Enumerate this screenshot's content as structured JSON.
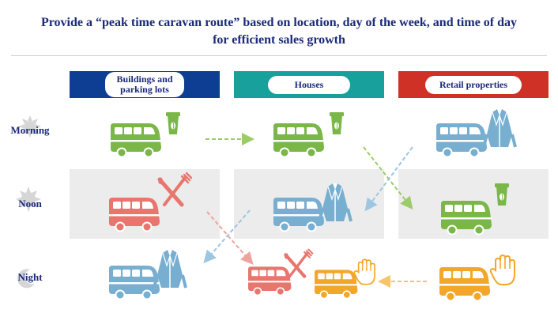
{
  "title": {
    "line1": "Provide a “peak time caravan route” based on location, day of the week, and time of day",
    "line2": "for efficient sales growth"
  },
  "columns": [
    {
      "label_line1": "Buildings and",
      "label_line2": "parking lots",
      "color": "#0e3d94"
    },
    {
      "label": "Houses",
      "color": "#18a19c"
    },
    {
      "label": "Retail properties",
      "color": "#cf3126"
    }
  ],
  "rows": [
    {
      "label": "Morning",
      "icon": "sun-icon"
    },
    {
      "label": "Noon",
      "icon": "sun-icon"
    },
    {
      "label": "Night",
      "icon": "moon-icon"
    }
  ],
  "colors": {
    "coffee_van": "#7ab648",
    "lunch_van": "#e8766e",
    "clothing_van": "#78aed0",
    "grocery_van": "#f2a72a",
    "title": "#1a2a7a"
  },
  "legend_icons": {
    "coffee": "coffee-cup-icon",
    "lunch": "fork-knife-icon",
    "clothing": "jacket-icon",
    "grocery": "hand-icon"
  }
}
